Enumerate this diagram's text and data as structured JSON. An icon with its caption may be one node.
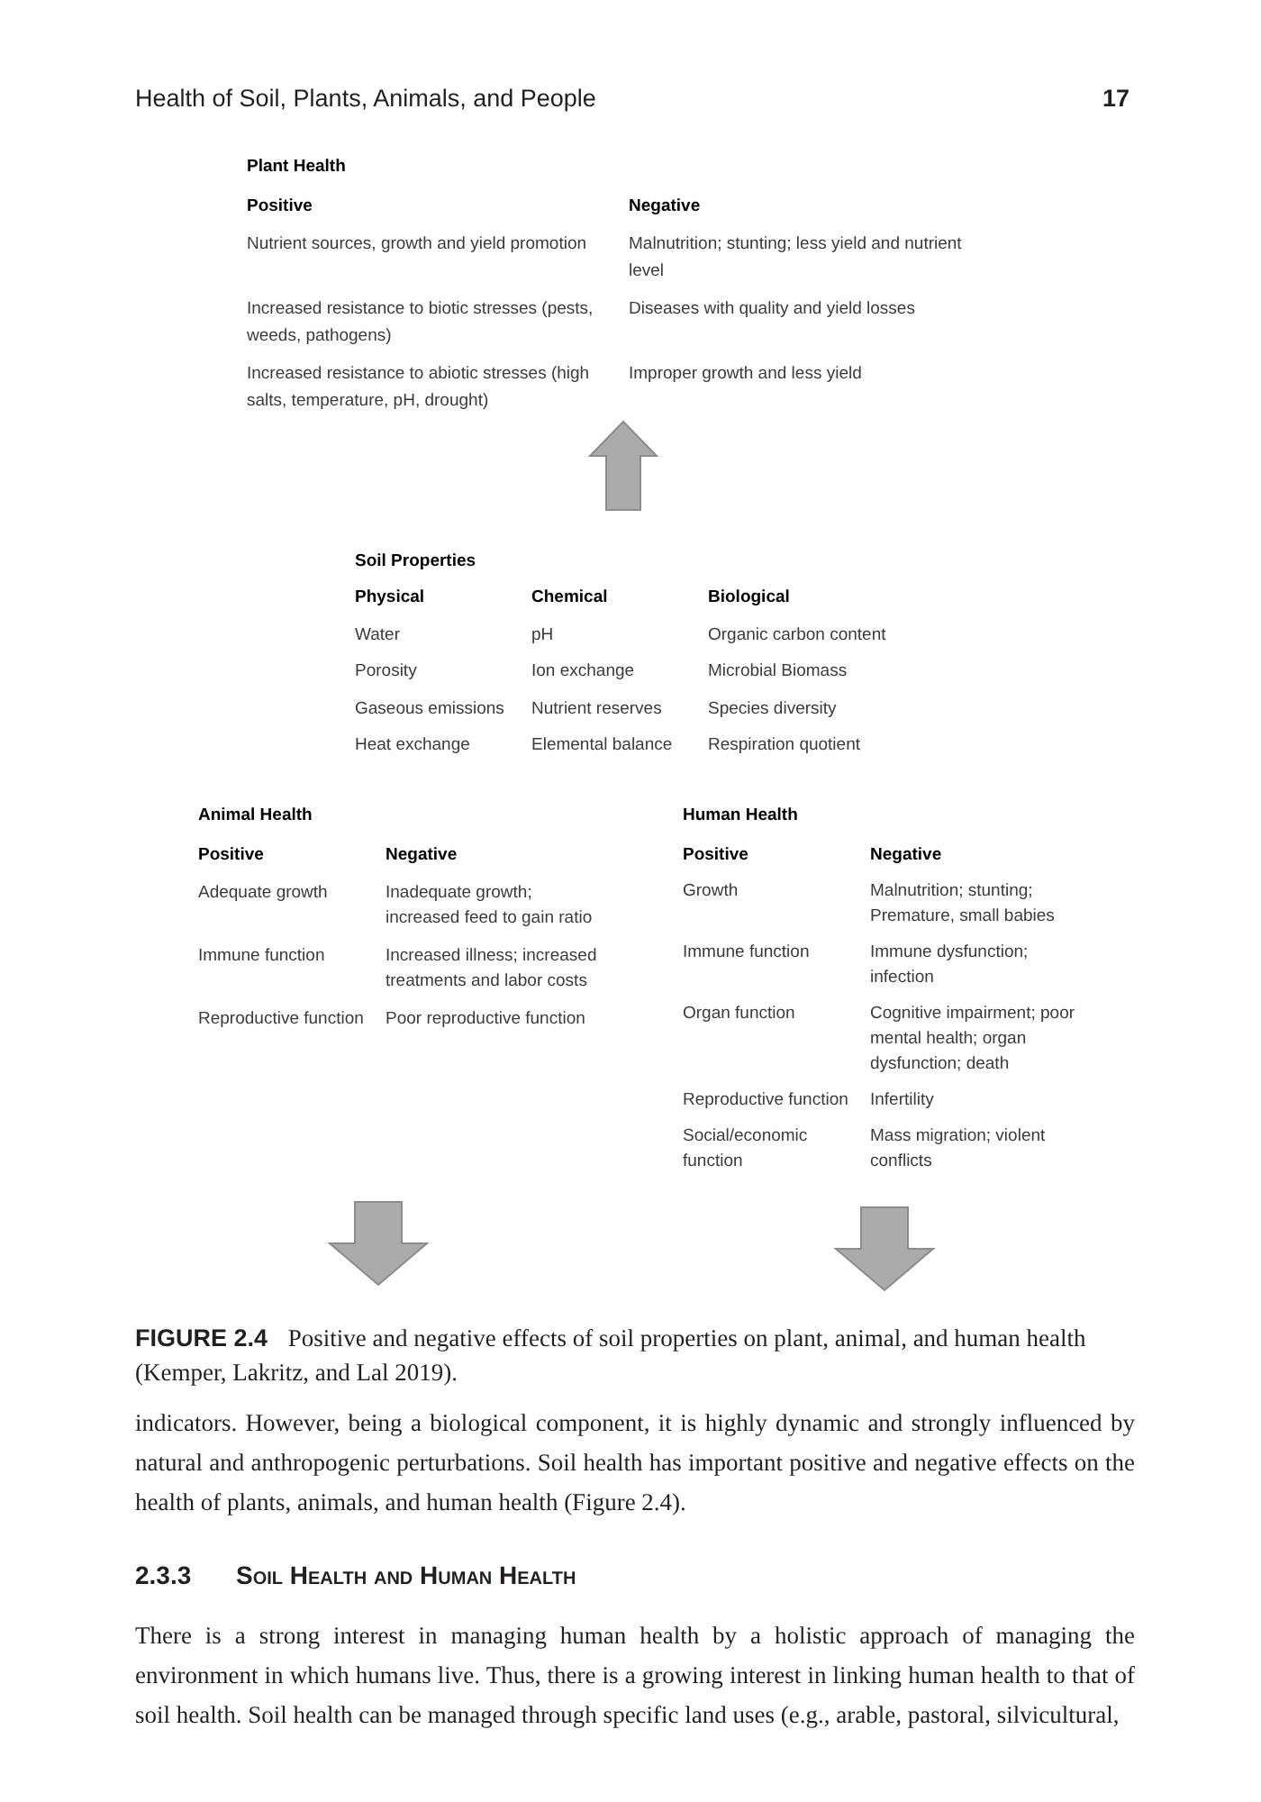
{
  "diagram": {
    "caption": "**FIGURE 2.4** Positive and negative effects of soil properties on plant, animal, and human health (Kemper, Lakritz, and Lal 2019).",
    "nodes": [
      {
        "text": [
          "Plant Health",
          "Positive",
          "Negative",
          "Nutrient sources, growth and yield promotion",
          "Malnutrition; stunting; less yield and nutrient level",
          "Increased resistance to biotic stresses (pests, weeds, pathogens)",
          "Diseases with quality and yield losses",
          "Increased resistance to abiotic stresses (high salts, temperature, pH, drought)",
          "Improper growth and less yield"
        ]
      },
      {
        "text": [
          "Soil Properties",
          "Physical",
          "Chemical",
          "Biological",
          "Water",
          "pH",
          "Organic carbon content",
          "Porosity",
          "Ion exchange",
          "Microbial Biomass",
          "Gaseous emissions",
          "Nutrient reserves",
          "Species diversity",
          "Heat exchange",
          "Elemental balance",
          "Respiration quotient"
        ]
      },
      {
        "text": [
          "Animal Health",
          "Positive",
          "Negative",
          "Adequate growth",
          "Inadequate growth; increased feed to gain ratio",
          "Immune function",
          "Increased illness; increased treatments and labor costs",
          "Reproductive function",
          "Poor reproductive function"
        ]
      },
      {
        "text": [
          "Human Health",
          "Positive",
          "Negative",
          "Growth",
          "Malnutrition; stunting; Premature, small babies",
          "Immune function",
          "Immune dysfunction; infection",
          "Organ function",
          "Cognitive impairment; poor mental health; organ dysfunction; death",
          "Reproductive function",
          "Infertility",
          "Social/economic function",
          "Mass migration; violent conflicts"
        ]
      }
    ],
    "edges": [
      {
        "from": 1,
        "to": 0,
        "arrow": "to"
      }
    ],
    "labels": [
      "Health of Soil, Plants, Animals, and People",
      "17",
      "indicators. However, being a biological component, it is highly dynamic and strongly influenced by natural and anthropogenic perturbations. Soil health has important positive and negative effects on the health of plants, animals, and human health (Figure 2.4).",
      "2.3.3",
      "Soil Health and Human Health",
      "There is a strong interest in managing human health by a holistic approach of managing the environment in which humans live. Thus, there is a growing interest in linking human health to that of soil health. Soil health can be managed through specific land uses (e.g., arable, pastoral, silvicultural,"
    ]
  }
}
